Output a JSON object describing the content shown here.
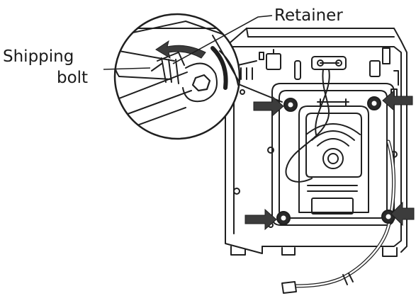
{
  "labels": {
    "retainer": "Retainer",
    "shipping_line1": "Shipping",
    "shipping_line2": "bolt"
  },
  "colors": {
    "line": "#1f1f1f",
    "arrow_fill": "#3c3c3c",
    "background": "#ffffff"
  },
  "callouts": {
    "arrow_count": 4,
    "bolt_count": 4
  }
}
